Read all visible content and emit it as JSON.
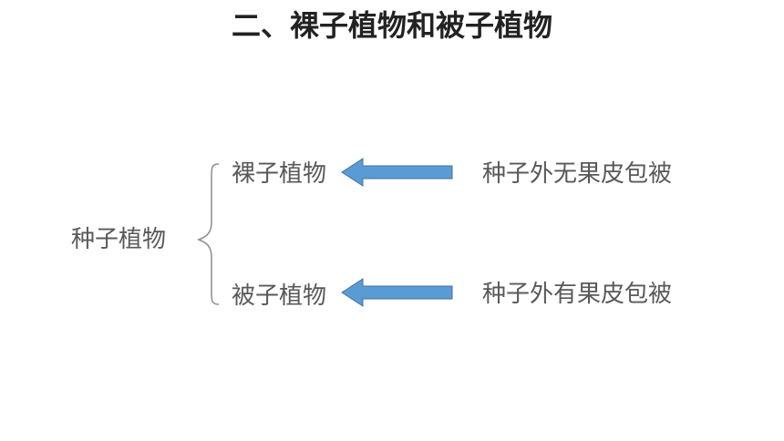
{
  "title": "二、裸子植物和被子植物",
  "diagram": {
    "root": "种子植物",
    "branches": [
      {
        "name": "裸子植物",
        "description": "种子外无果皮包被"
      },
      {
        "name": "被子植物",
        "description": "种子外有果皮包被"
      }
    ],
    "arrow_color": "#5b9bd5",
    "arrow_stroke": "#41719c",
    "text_color": "#595959"
  }
}
